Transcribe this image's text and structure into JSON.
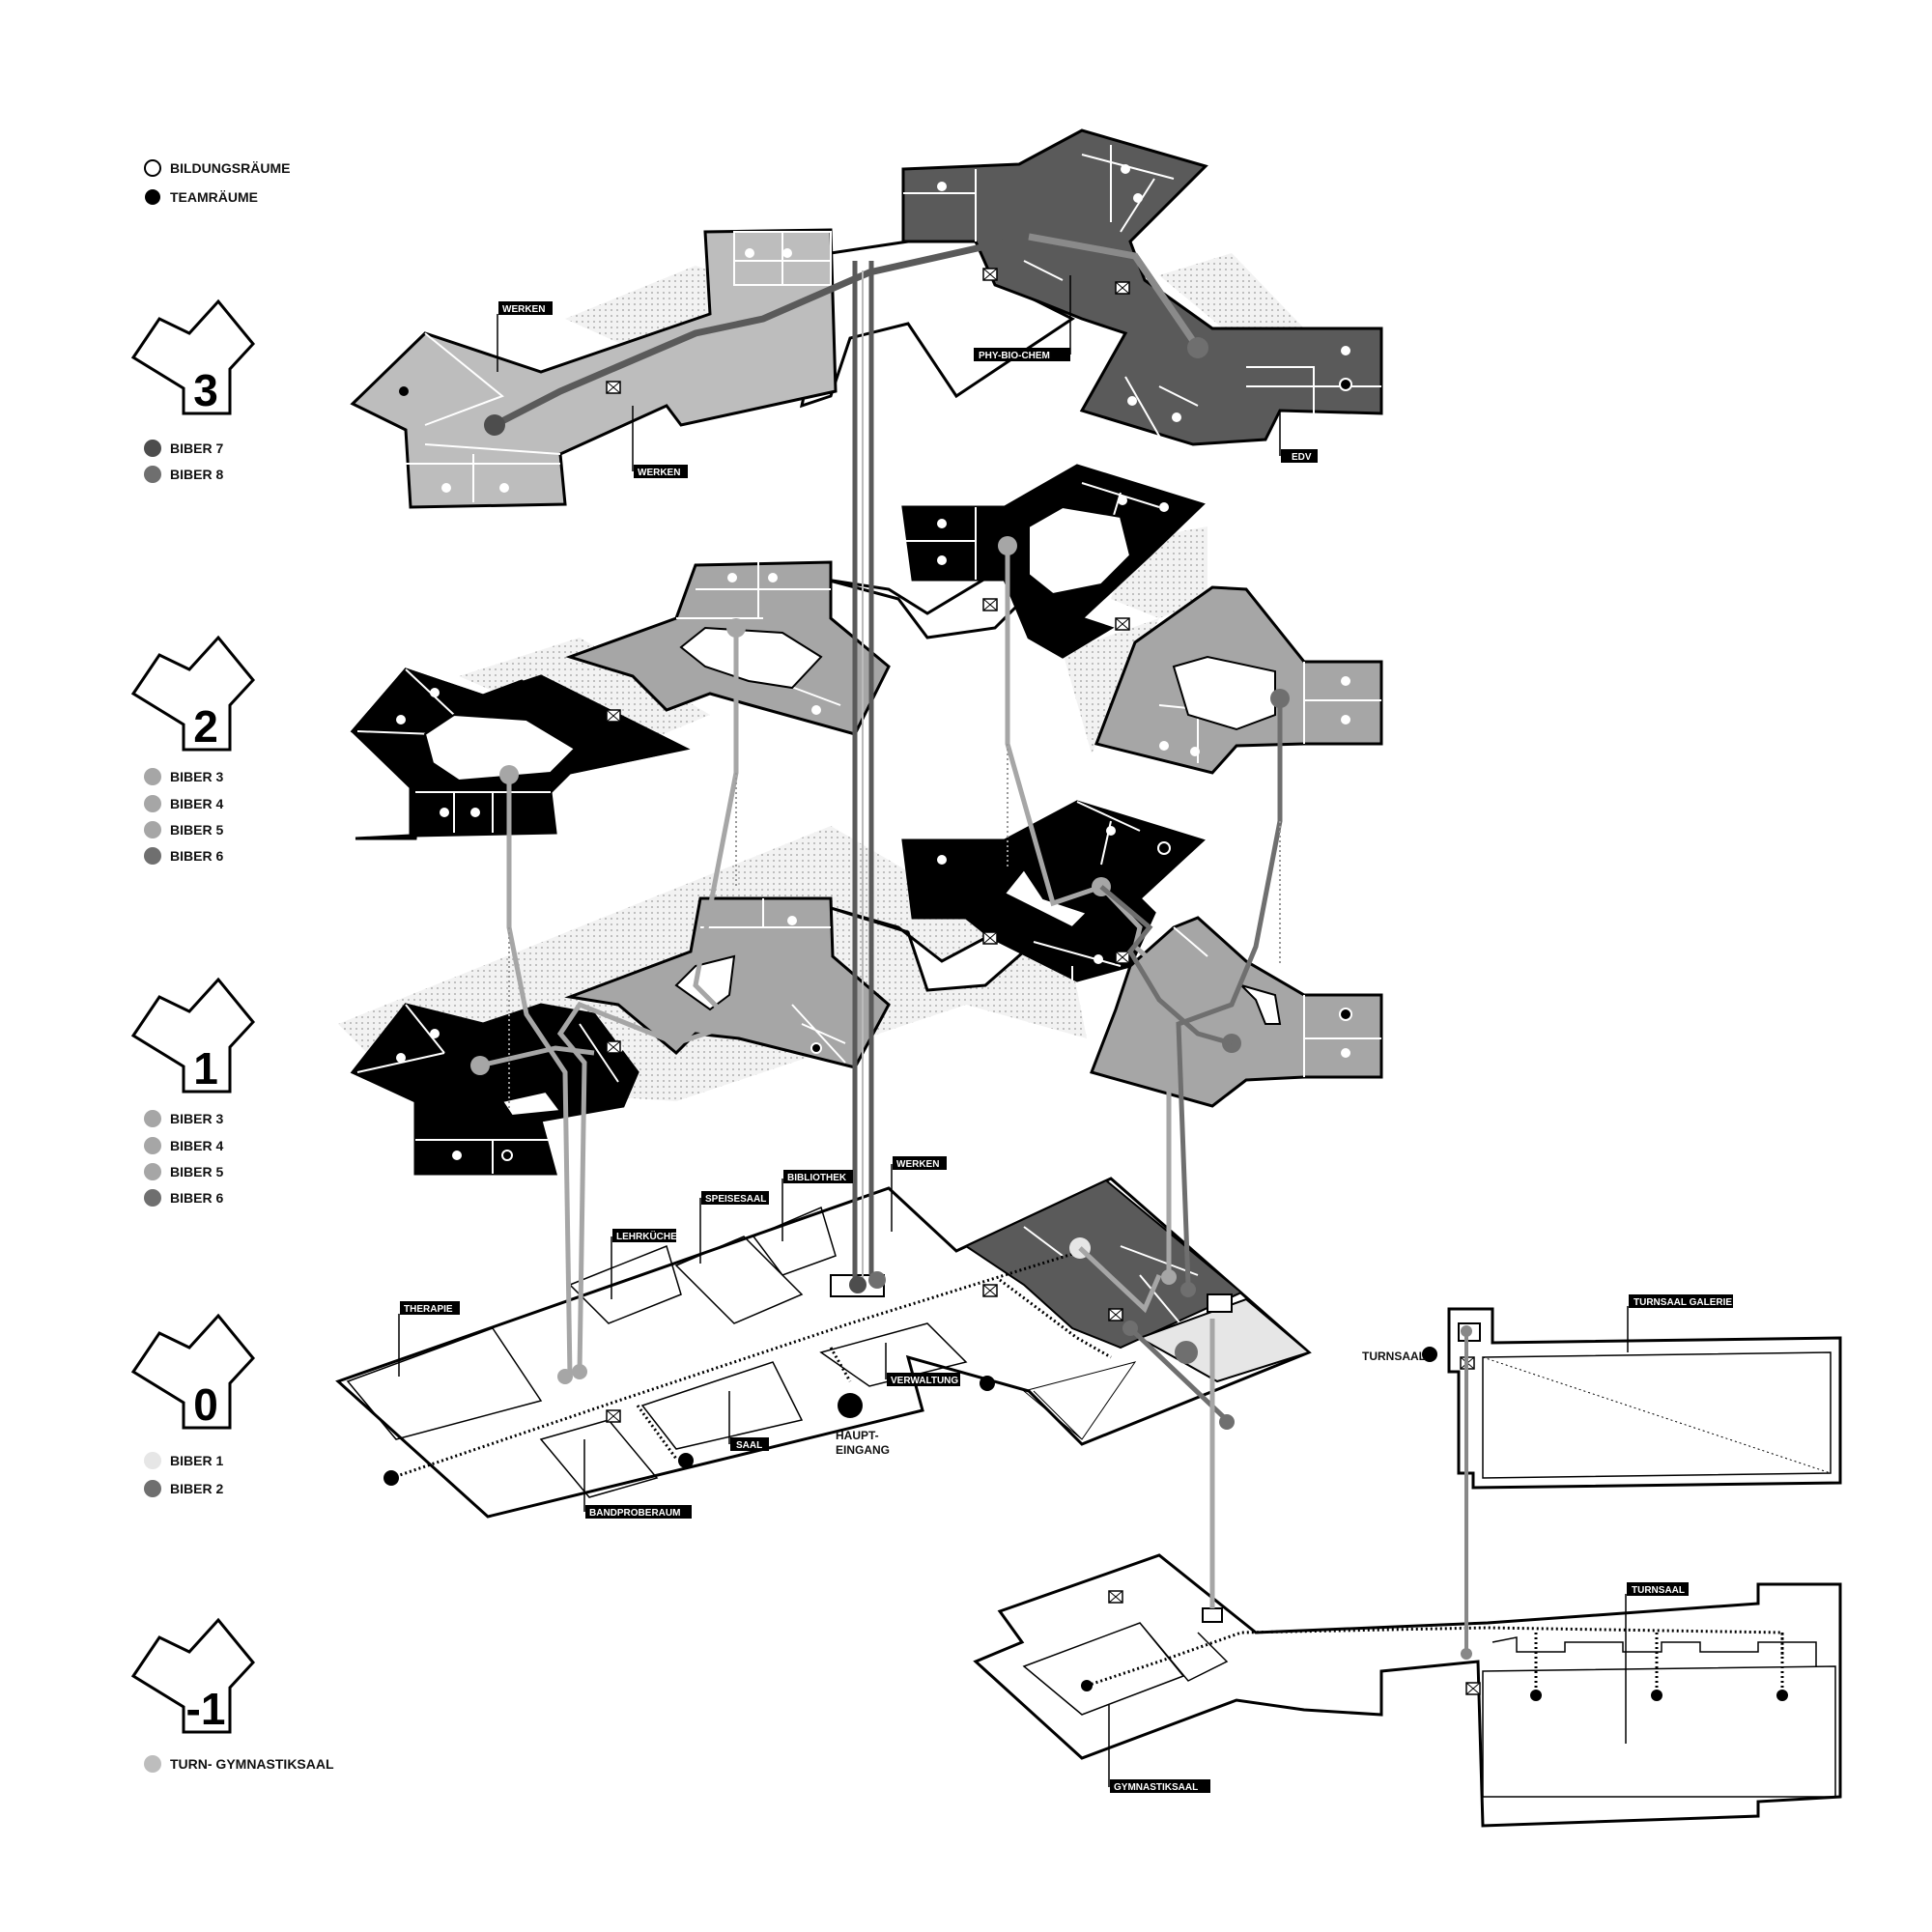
{
  "legend_top": {
    "items": [
      {
        "label": "BILDUNGSRÄUME",
        "fill": "#ffffff"
      },
      {
        "label": "TEAMRÄUME",
        "fill": "#000000"
      }
    ]
  },
  "levels": [
    {
      "number": "3",
      "groups": [
        {
          "label": "BIBER 7",
          "color": "#4d4d4d"
        },
        {
          "label": "BIBER 8",
          "color": "#6f6f6f"
        }
      ]
    },
    {
      "number": "2",
      "groups": [
        {
          "label": "BIBER 3",
          "color": "#a6a6a6"
        },
        {
          "label": "BIBER 4",
          "color": "#a6a6a6"
        },
        {
          "label": "BIBER 5",
          "color": "#a6a6a6"
        },
        {
          "label": "BIBER 6",
          "color": "#6f6f6f"
        }
      ]
    },
    {
      "number": "1",
      "groups": [
        {
          "label": "BIBER 3",
          "color": "#a6a6a6"
        },
        {
          "label": "BIBER 4",
          "color": "#a6a6a6"
        },
        {
          "label": "BIBER 5",
          "color": "#a6a6a6"
        },
        {
          "label": "BIBER 6",
          "color": "#6f6f6f"
        }
      ]
    },
    {
      "number": "0",
      "groups": [
        {
          "label": "BIBER 1",
          "color": "#e6e6e6"
        },
        {
          "label": "BIBER 2",
          "color": "#6f6f6f"
        }
      ]
    },
    {
      "number": "-1",
      "groups": [
        {
          "label": "TURN- GYMNASTIKSAAL",
          "color": "#bdbdbd"
        }
      ]
    }
  ],
  "room_tags": {
    "werken_3a": "WERKEN",
    "werken_3b": "WERKEN",
    "phy_bio_chem": "PHY-BIO-CHEM",
    "edv": "EDV",
    "therapie": "THERAPIE",
    "lehrkueche": "LEHRKÜCHE",
    "speisesaal": "SPEISESAAL",
    "bibliothek": "BIBLIOTHEK",
    "werken_0": "WERKEN",
    "verwaltung": "VERWALTUNG",
    "saal": "SAAL",
    "bandproberaum": "BANDPROBERAUM",
    "turnsaal_galerie": "TURNSAAL GALERIE",
    "turnsaal_tag": "TURNSAAL",
    "gymnastiksaal": "GYMNASTIKSAAL"
  },
  "plain_labels": {
    "turnsaal": "TURNSAAL",
    "haupt": "HAUPT-",
    "eingang": "EINGANG"
  },
  "colors": {
    "biber7": "#4d4d4d",
    "biber8": "#6f6f6f",
    "light_grey": "#bdbdbd",
    "mid_grey": "#a6a6a6",
    "dark_grey": "#5a5a5a",
    "black": "#000000",
    "white": "#ffffff"
  }
}
